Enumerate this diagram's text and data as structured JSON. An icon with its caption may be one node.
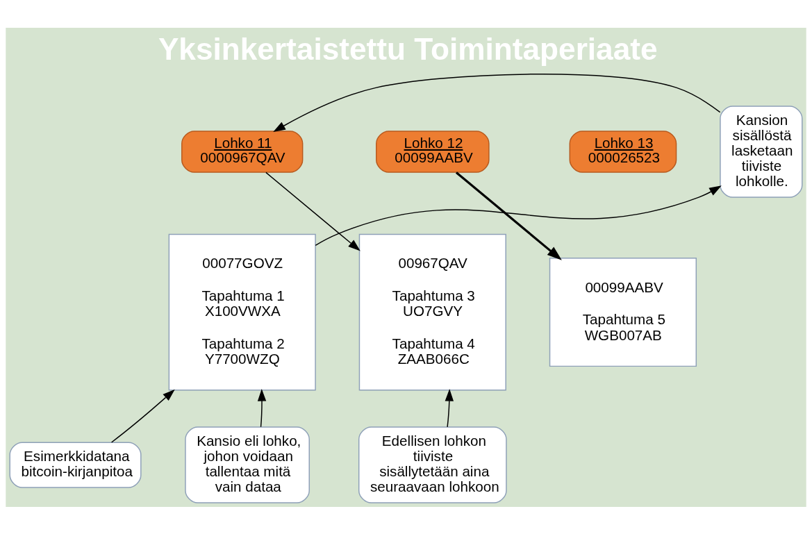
{
  "diagram": {
    "title": "Yksinkertaistettu Toimintaperiaate",
    "nodes": [
      {
        "text": [
          "Lohko 11",
          "0000967QAV"
        ]
      },
      {
        "text": [
          "00077GOVZ",
          "Tapahtuma 1 X100VWXA",
          "Tapahtuma 2 Y7700WZQ"
        ]
      },
      {
        "text": [
          "Lohko 12",
          "00099AABV"
        ]
      },
      {
        "text": [
          "00967QAV",
          "Tapahtuma 3 UO7GVY",
          "Tapahtuma 4 ZAAB066C"
        ]
      },
      {
        "text": [
          "Lohko 13",
          "000026523"
        ]
      },
      {
        "text": [
          "00099AABV",
          "Tapahtuma 5 WGB007AB"
        ]
      },
      {
        "text": [
          "Kansion sisällöstä lasketaan tiiviste lohkolle."
        ]
      },
      {
        "text": [
          "Esimerkkidatana bitcoin-kirjanpitoa"
        ]
      },
      {
        "text": [
          "Kansio eli lohko, johon voidaan tallentaa mitä vain dataa"
        ]
      },
      {
        "text": [
          "Edellisen lohkon tiiviste sisällytetään aina seuraavaan lohkoon"
        ]
      }
    ],
    "edges": [
      {
        "from": 0,
        "to": 3,
        "arrow": "to"
      },
      {
        "from": 2,
        "to": 5,
        "arrow": "to",
        "style": "thick"
      },
      {
        "from": 1,
        "to": 6,
        "arrow": "to"
      },
      {
        "from": 6,
        "to": 0,
        "arrow": "to"
      },
      {
        "from": 7,
        "to": 1,
        "arrow": "to"
      },
      {
        "from": 8,
        "to": 1,
        "arrow": "to"
      },
      {
        "from": 9,
        "to": 3,
        "arrow": "to"
      }
    ]
  }
}
